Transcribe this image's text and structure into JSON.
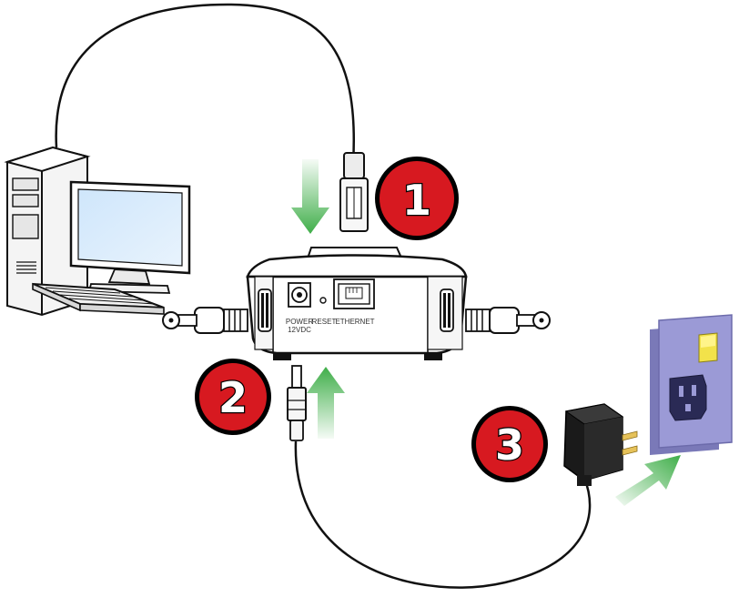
{
  "device": {
    "port_labels": {
      "power_line1": "POWER",
      "power_line2": "12VDC",
      "reset": "RESET",
      "ethernet": "ETHERNET"
    }
  },
  "steps": [
    {
      "number": "1",
      "action": "connect-ethernet-cable"
    },
    {
      "number": "2",
      "action": "connect-power-plug"
    },
    {
      "number": "3",
      "action": "plug-adapter-into-outlet"
    }
  ],
  "colors": {
    "step_badge": "#d71920",
    "arrow_green": "#3fae49",
    "outlet_plate": "#9b9ad6",
    "outlet_switch": "#f2e24a"
  },
  "icons": [
    "desktop-computer-icon",
    "monitor-icon",
    "keyboard-icon",
    "ethernet-plug-icon",
    "dc-power-plug-icon",
    "power-adapter-icon",
    "wall-outlet-icon"
  ]
}
